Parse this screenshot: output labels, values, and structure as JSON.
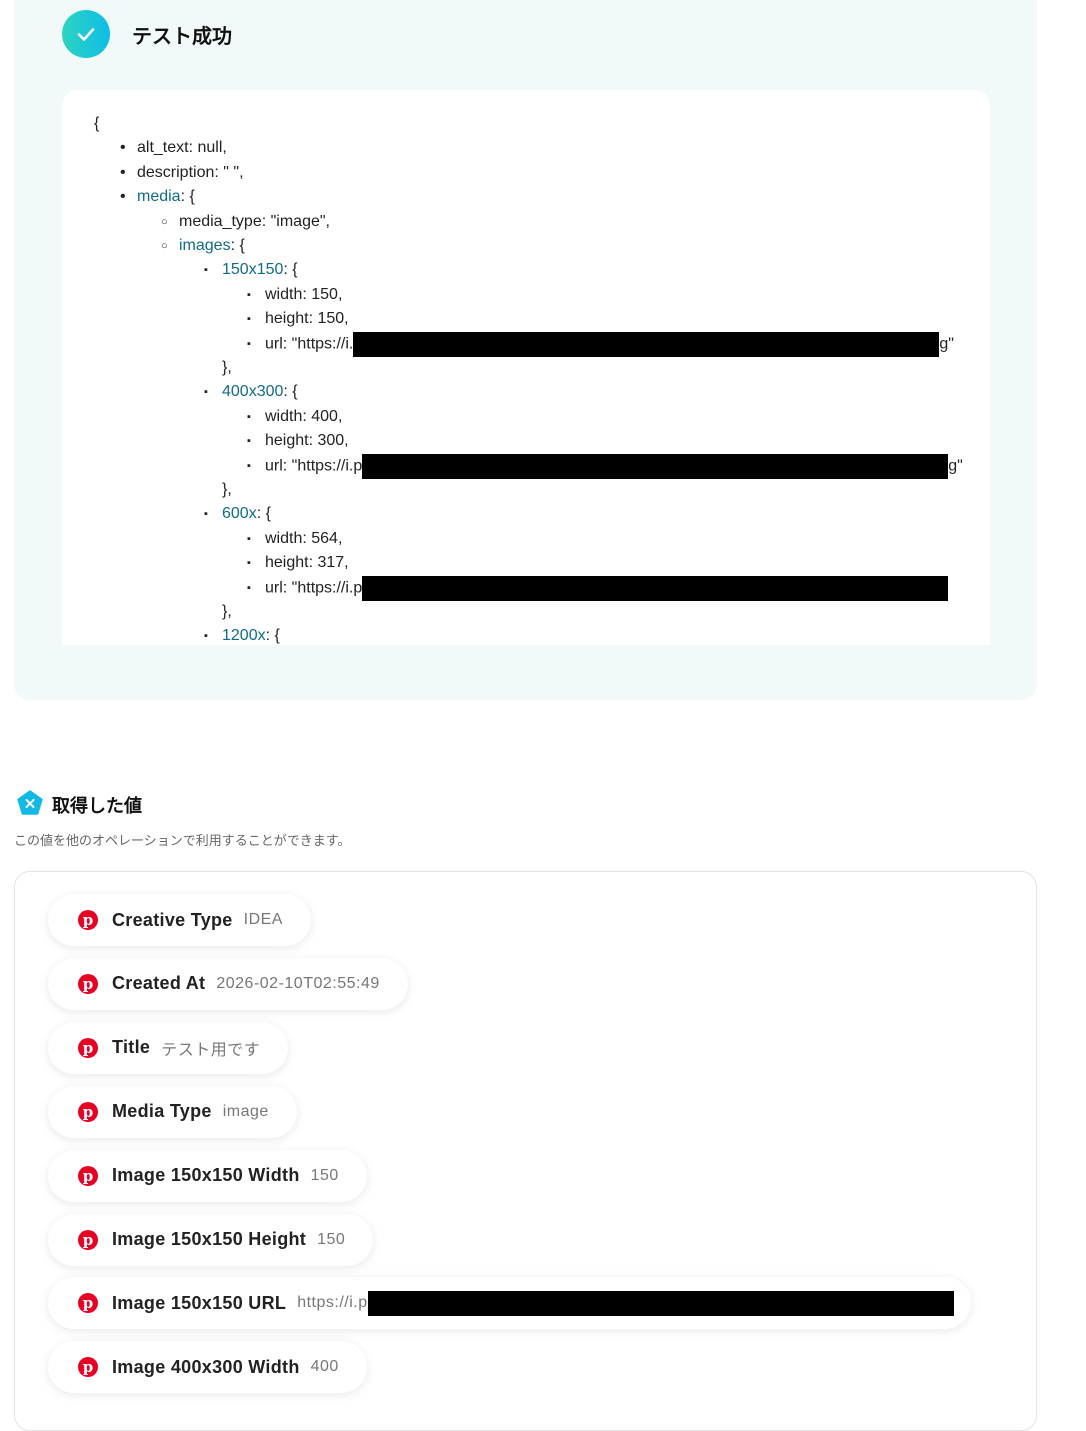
{
  "test": {
    "title": "テスト成功",
    "status_colors": [
      "#2dd4bf",
      "#0ebde8"
    ]
  },
  "code_lines": [
    {
      "indent": 94,
      "bullet": "",
      "text": "{"
    },
    {
      "indent": 137,
      "bullet": "•",
      "text": "alt_text: null,"
    },
    {
      "indent": 137,
      "bullet": "•",
      "text": "description: \" \","
    },
    {
      "indent": 137,
      "bullet": "•",
      "key": "media",
      "text": ": {"
    },
    {
      "indent": 179,
      "bullet": "○",
      "text": "media_type: \"image\","
    },
    {
      "indent": 179,
      "bullet": "○",
      "key": "images",
      "text": ": {"
    },
    {
      "indent": 222,
      "bullet": "▪",
      "key": "150x150",
      "text": ": {"
    },
    {
      "indent": 265,
      "bullet": "▪",
      "text": "width: 150,"
    },
    {
      "indent": 265,
      "bullet": "▪",
      "text": "height: 150,"
    },
    {
      "indent": 265,
      "bullet": "▪",
      "text": "url: \"https://i.",
      "redact": 586,
      "tail": "g\""
    },
    {
      "indent": 222,
      "bullet": "",
      "text": "},"
    },
    {
      "indent": 222,
      "bullet": "▪",
      "key": "400x300",
      "text": ": {"
    },
    {
      "indent": 265,
      "bullet": "▪",
      "text": "width: 400,"
    },
    {
      "indent": 265,
      "bullet": "▪",
      "text": "height: 300,"
    },
    {
      "indent": 265,
      "bullet": "▪",
      "text": "url: \"https://i.p",
      "redact": 586,
      "tail": "g\""
    },
    {
      "indent": 222,
      "bullet": "",
      "text": "},"
    },
    {
      "indent": 222,
      "bullet": "▪",
      "key": "600x",
      "text": ": {"
    },
    {
      "indent": 265,
      "bullet": "▪",
      "text": "width: 564,"
    },
    {
      "indent": 265,
      "bullet": "▪",
      "text": "height: 317,"
    },
    {
      "indent": 265,
      "bullet": "▪",
      "text": "url: \"https://i.p",
      "redact": 586,
      "tail": ""
    },
    {
      "indent": 222,
      "bullet": "",
      "text": "},"
    },
    {
      "indent": 222,
      "bullet": "▪",
      "key": "1200x",
      "text": ": {"
    }
  ],
  "section": {
    "title": "取得した値",
    "subtitle": "この値を他のオペレーションで利用することができます。"
  },
  "fields": [
    {
      "label": "Creative Type",
      "value": "IDEA"
    },
    {
      "label": "Created At",
      "value": "2026-02-10T02:55:49"
    },
    {
      "label": "Title",
      "value": "テスト用です"
    },
    {
      "label": "Media Type",
      "value": "image"
    },
    {
      "label": "Image 150x150 Width",
      "value": "150"
    },
    {
      "label": "Image 150x150 Height",
      "value": "150"
    },
    {
      "label": "Image 150x150 URL",
      "value": "https://i.p",
      "redact": 586
    },
    {
      "label": "Image 400x300 Width",
      "value": "400"
    }
  ],
  "brand_color": "#e60023"
}
